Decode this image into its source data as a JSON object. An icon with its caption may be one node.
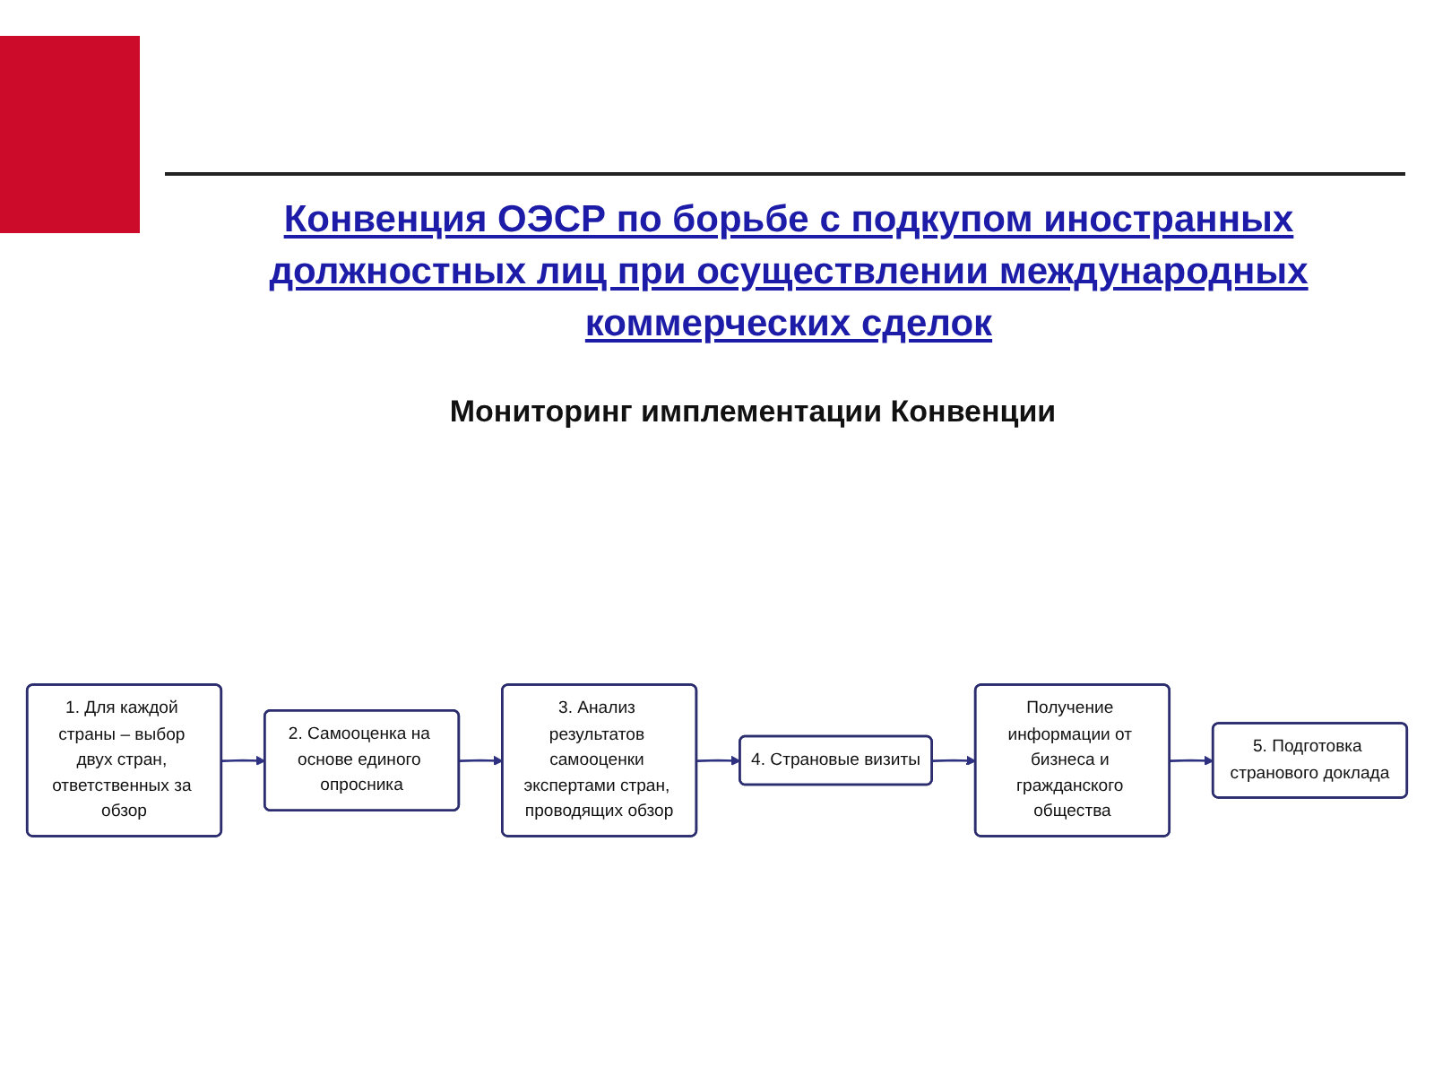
{
  "diagram": {
    "title": "Конвенция ОЭСР по борьбе с подкупом иностранных должностных лиц при осуществлении международных коммерческих сделок",
    "nodes": [
      {
        "text": [
          "1. Для каждой страны – выбор двух стран, ответственных за обзор"
        ]
      },
      {
        "text": [
          "2. Самооценка на основе единого опросника"
        ]
      },
      {
        "text": [
          "3. Анализ результатов самооценки экспертами стран, проводящих обзор"
        ]
      },
      {
        "text": [
          "5. Подготовка странового доклада"
        ]
      },
      {
        "text": [
          "Получение информации от бизнеса и гражданского общества"
        ]
      },
      {
        "text": [
          "4. Страновые визиты"
        ]
      }
    ],
    "edges": [
      {
        "from": 0,
        "to": 1,
        "arrow": "to"
      },
      {
        "from": 1,
        "to": 2,
        "arrow": "to"
      },
      {
        "from": 2,
        "to": 5,
        "arrow": "to"
      },
      {
        "from": 5,
        "to": 4,
        "arrow": "to"
      },
      {
        "from": 4,
        "to": 3,
        "arrow": "to"
      }
    ],
    "labels": [
      "Мониторинг имплементации Конвенции"
    ]
  }
}
